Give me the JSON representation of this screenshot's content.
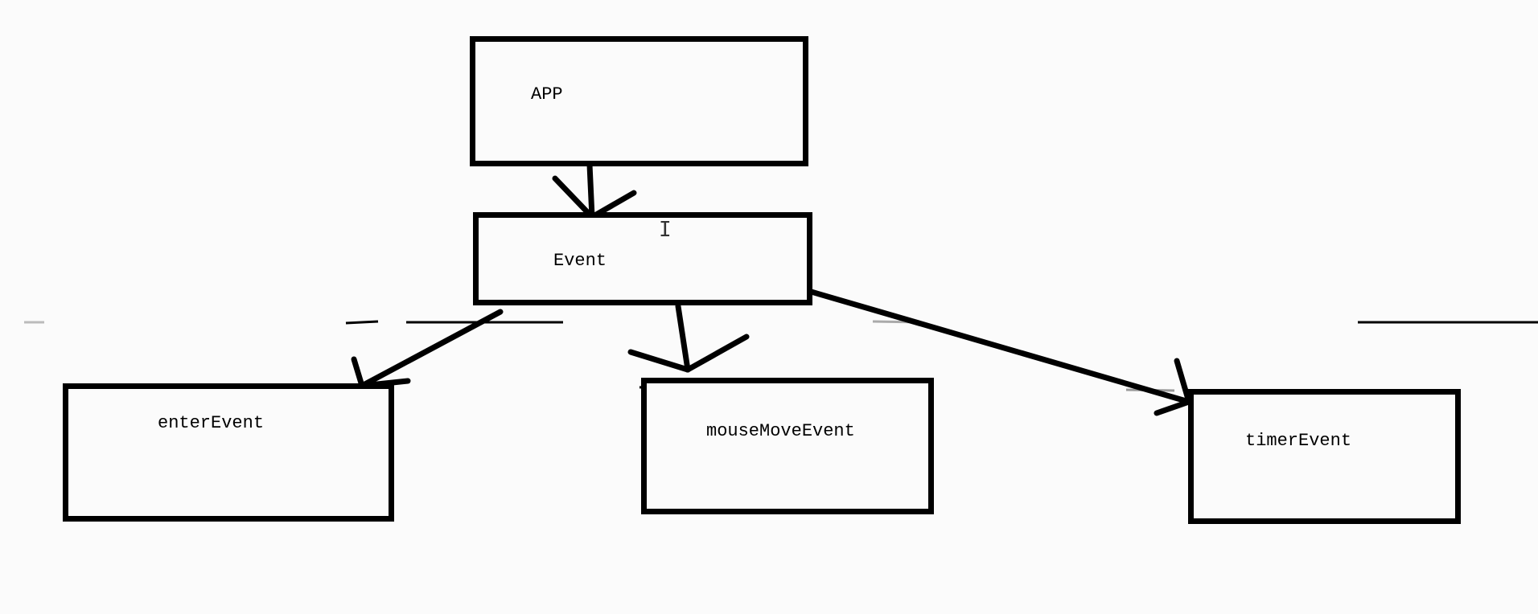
{
  "diagram": {
    "nodes": [
      {
        "id": "app",
        "label": "APP"
      },
      {
        "id": "event",
        "label": "Event"
      },
      {
        "id": "enter",
        "label": "enterEvent"
      },
      {
        "id": "mousemove",
        "label": "mouseMoveEvent"
      },
      {
        "id": "timer",
        "label": "timerEvent"
      }
    ],
    "edges": [
      {
        "from": "app",
        "to": "event"
      },
      {
        "from": "event",
        "to": "enter"
      },
      {
        "from": "event",
        "to": "mousemove"
      },
      {
        "from": "event",
        "to": "timer"
      }
    ]
  }
}
